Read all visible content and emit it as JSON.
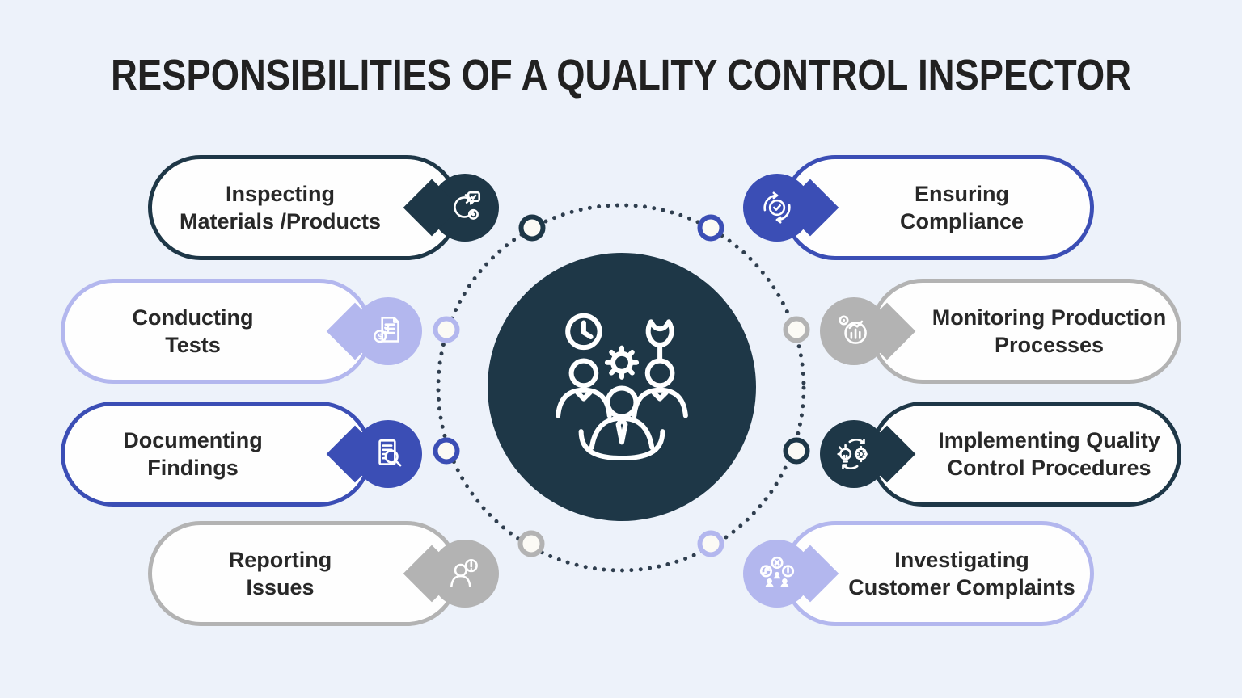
{
  "title": "RESPONSIBILITIES OF A QUALITY CONTROL INSPECTOR",
  "colors": {
    "navy": "#1e3747",
    "indigo": "#3b4eb5",
    "lavender": "#b3b7ee",
    "gray": "#b3b3b3",
    "background": "#edf2fa",
    "pill_fill": "#fefefe",
    "text": "#282828",
    "dot_ring": "#2f3e4e",
    "node_fill": "#fbfaf5"
  },
  "center": {
    "icon": "team-clock-wrench-gear-icon",
    "description": "three people with clock, wrench and gear"
  },
  "items": [
    {
      "id": "inspecting",
      "label_line1": "Inspecting",
      "label_line2": "Materials /Products",
      "side": "left",
      "color_key": "navy",
      "icon": "process-gear-chat-icon"
    },
    {
      "id": "conducting",
      "label_line1": "Conducting",
      "label_line2": "Tests",
      "side": "left",
      "color_key": "lavender",
      "icon": "test-report-dollar-icon"
    },
    {
      "id": "documenting",
      "label_line1": "Documenting",
      "label_line2": "Findings",
      "side": "left",
      "color_key": "indigo",
      "icon": "document-magnifier-icon"
    },
    {
      "id": "reporting",
      "label_line1": "Reporting",
      "label_line2": "Issues",
      "side": "left",
      "color_key": "gray",
      "icon": "person-alert-icon"
    },
    {
      "id": "compliance",
      "label_line1": "Ensuring",
      "label_line2": "Compliance",
      "side": "right",
      "color_key": "indigo",
      "icon": "badge-check-sync-icon"
    },
    {
      "id": "monitoring",
      "label_line1": "Monitoring Production",
      "label_line2": "Processes",
      "side": "right",
      "color_key": "gray",
      "icon": "chart-gear-icon"
    },
    {
      "id": "implementing",
      "label_line1": "Implementing Quality",
      "label_line2": "Control Procedures",
      "side": "right",
      "color_key": "navy",
      "icon": "bulb-gear-cycle-icon"
    },
    {
      "id": "investigating",
      "label_line1": "Investigating",
      "label_line2": "Customer Complaints",
      "side": "right",
      "color_key": "lavender",
      "icon": "feedback-complaint-icon"
    }
  ],
  "nodes": [
    {
      "position": "top-left",
      "color_key": "navy"
    },
    {
      "position": "top-right",
      "color_key": "indigo"
    },
    {
      "position": "left-upper",
      "color_key": "lavender"
    },
    {
      "position": "right-upper",
      "color_key": "gray"
    },
    {
      "position": "left-lower",
      "color_key": "indigo"
    },
    {
      "position": "right-lower",
      "color_key": "navy"
    },
    {
      "position": "bottom-left",
      "color_key": "gray"
    },
    {
      "position": "bottom-right",
      "color_key": "lavender"
    }
  ]
}
